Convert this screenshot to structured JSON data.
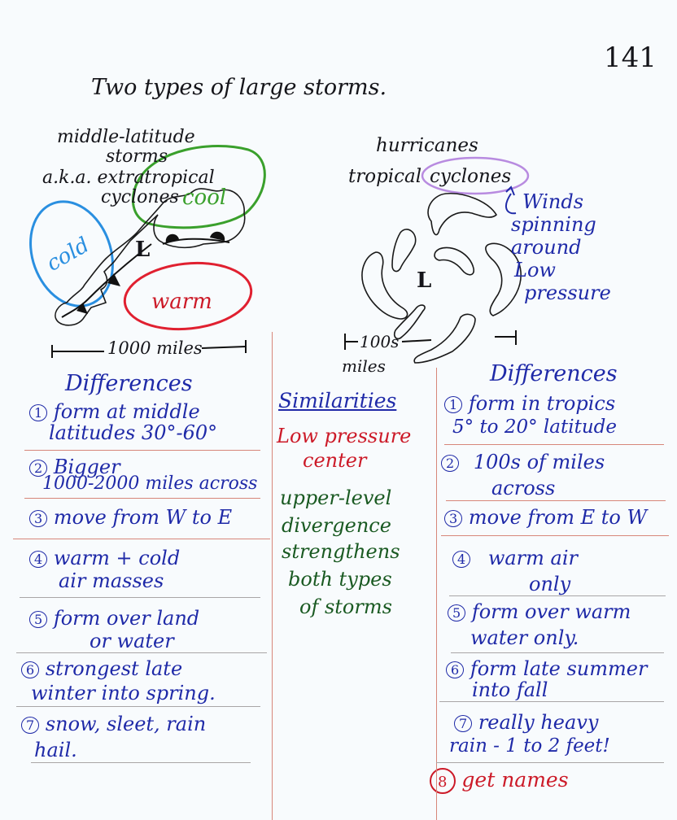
{
  "page_number": "141",
  "title": "Two types of large storms.",
  "left_storm": {
    "name_line1": "middle-latitude",
    "name_line2": "storms",
    "aka_line1": "a.k.a. extratropical",
    "aka_line2": "cyclones",
    "cold_label": "cold",
    "cool_label": "cool",
    "warm_label": "warm",
    "low_label": "L",
    "scale_label": "1000 miles"
  },
  "right_storm": {
    "name_line1": "hurricanes",
    "name_line2_a": "tropical",
    "name_line2_b": "cyclones",
    "winds_note": [
      "Winds",
      "spinning",
      "around",
      "Low",
      "pressure"
    ],
    "low_label": "L",
    "scale_label_a": "100s",
    "scale_label_b": "miles"
  },
  "left_differences": {
    "heading": "Differences",
    "items": [
      {
        "num": "1",
        "lines": [
          "form at middle",
          "latitudes 30°-60°"
        ]
      },
      {
        "num": "2",
        "lines": [
          "Bigger",
          "1000-2000 miles across"
        ]
      },
      {
        "num": "3",
        "lines": [
          "move from W to E"
        ]
      },
      {
        "num": "4",
        "lines": [
          "warm + cold",
          "air masses"
        ]
      },
      {
        "num": "5",
        "lines": [
          "form over land",
          "or water"
        ]
      },
      {
        "num": "6",
        "lines": [
          "strongest late",
          "winter into spring."
        ]
      },
      {
        "num": "7",
        "lines": [
          "snow, sleet, rain",
          "hail."
        ]
      }
    ]
  },
  "similarities": {
    "heading": "Similarities",
    "item1": [
      "Low pressure",
      "center"
    ],
    "item2": [
      "upper-level",
      "divergence",
      "strengthens",
      "both types",
      "of storms"
    ]
  },
  "right_differences": {
    "heading": "Differences",
    "items": [
      {
        "num": "1",
        "lines": [
          "form in tropics",
          "5° to 20° latitude"
        ]
      },
      {
        "num": "2",
        "lines": [
          "100s of miles",
          "across"
        ]
      },
      {
        "num": "3",
        "lines": [
          "move from E to W"
        ]
      },
      {
        "num": "4",
        "lines": [
          "warm air",
          "only"
        ]
      },
      {
        "num": "5",
        "lines": [
          "form over warm",
          "water only."
        ]
      },
      {
        "num": "6",
        "lines": [
          "form late summer",
          "into fall"
        ]
      },
      {
        "num": "7",
        "lines": [
          "really heavy",
          "rain - 1 to 2 feet!"
        ]
      },
      {
        "num": "8",
        "lines": [
          "get names"
        ]
      }
    ]
  },
  "colors": {
    "ink_black": "#15151a",
    "ink_blue": "#1f2aa8",
    "ink_red": "#cc1a28",
    "ink_green": "#1a5a22",
    "ink_purple": "#b88be0",
    "ink_sky": "#2a8fe0"
  }
}
